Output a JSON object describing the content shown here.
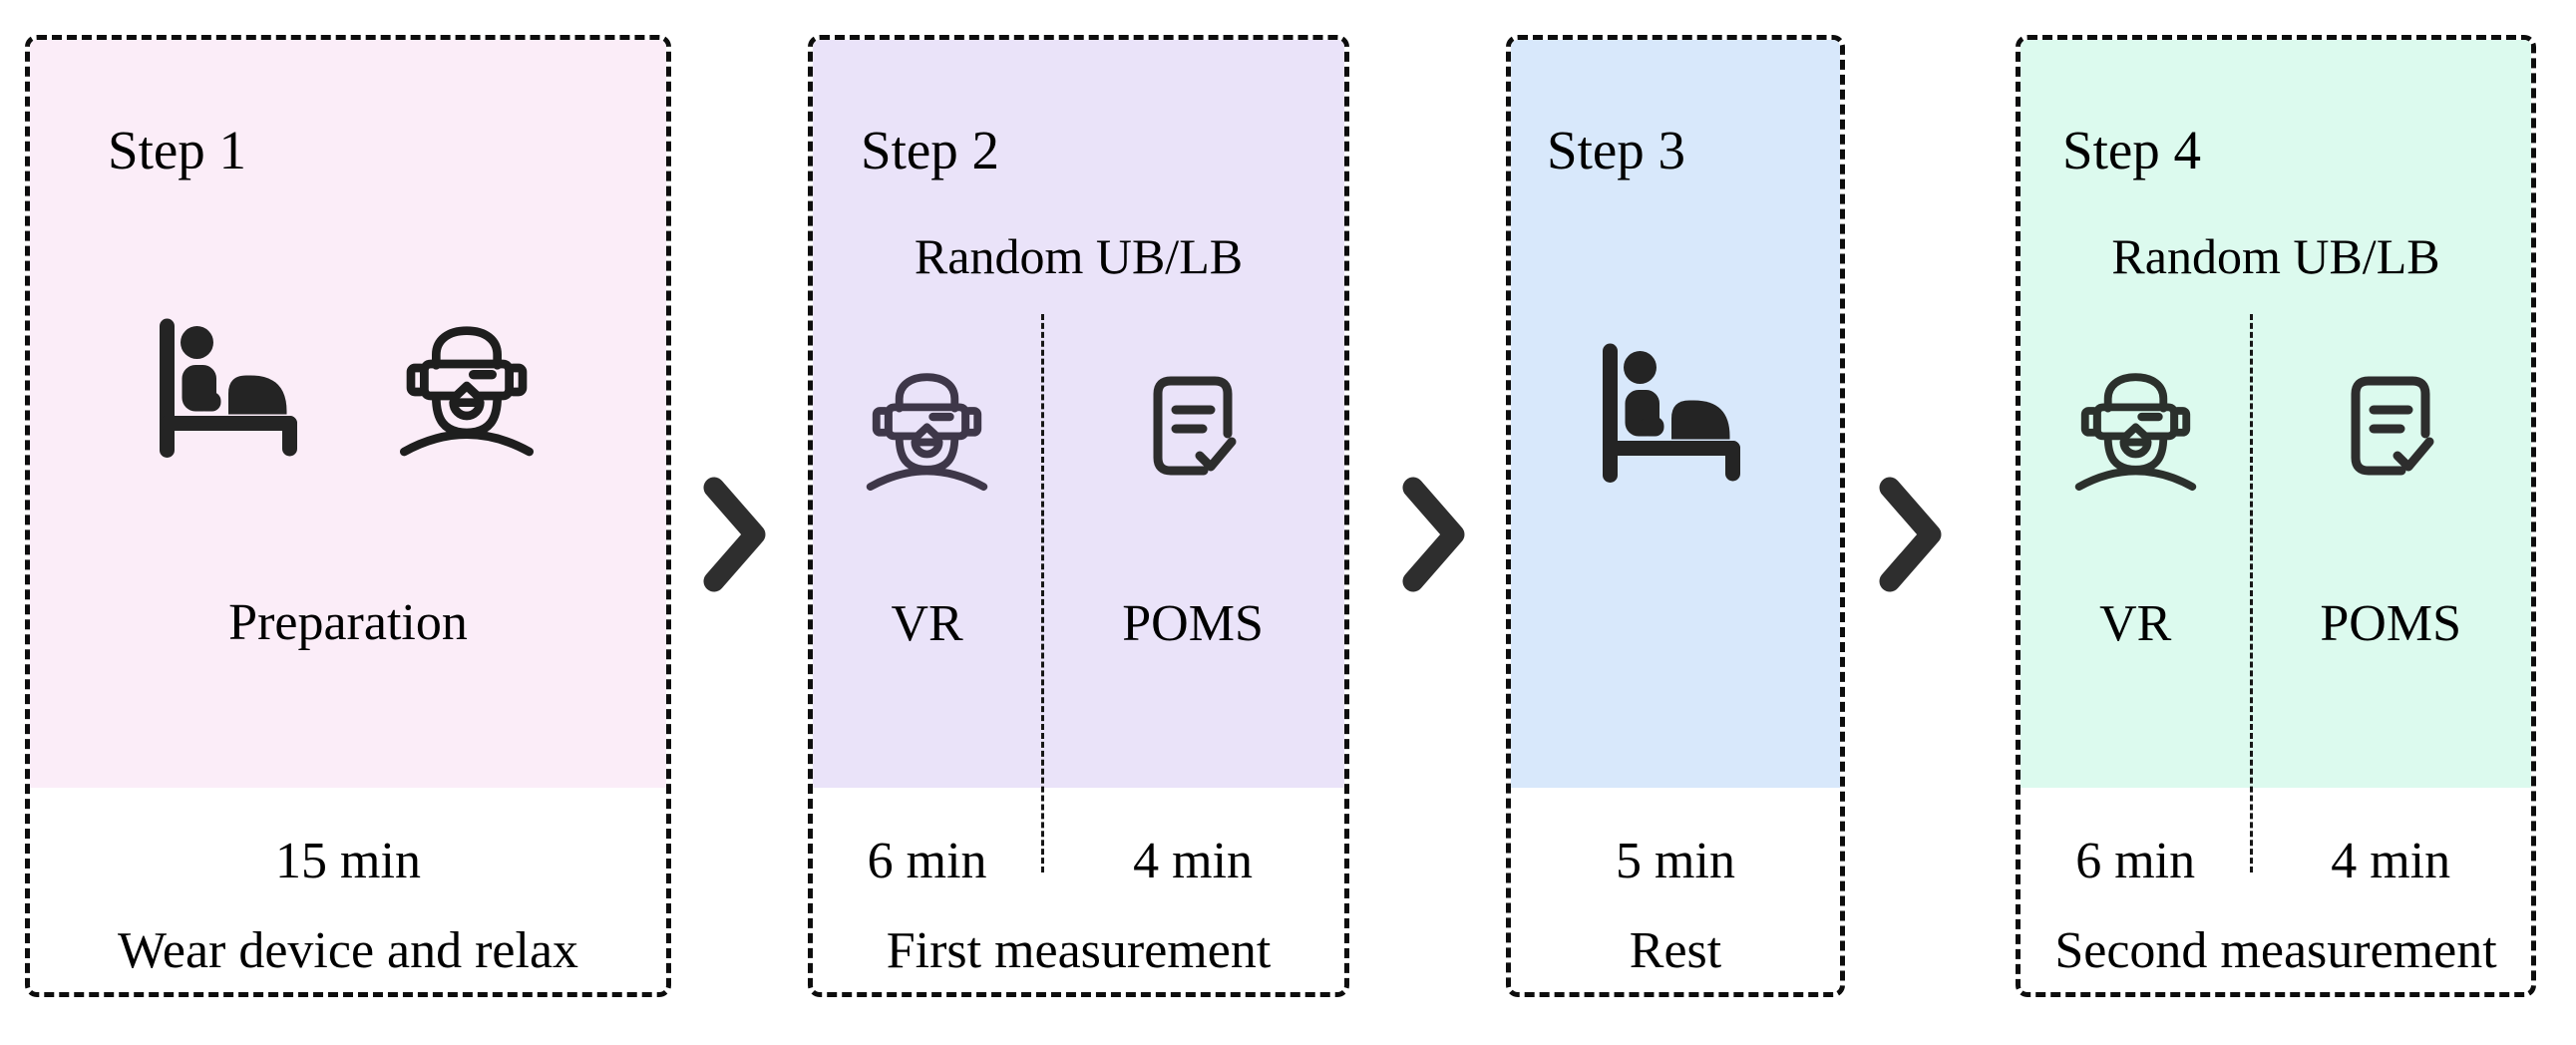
{
  "palette": {
    "background": "#ffffff",
    "border": "#0d0d0d",
    "divider": "#161616",
    "arrow": "#2e2e2e",
    "text": "#000000"
  },
  "steps": [
    {
      "title": "Step 1",
      "tint": "#fbedf8",
      "label": "Preparation",
      "duration": "15 min",
      "description": "Wear device and relax",
      "icon_colors": {
        "bed": "#242424",
        "vr": "#1e1e1e"
      }
    },
    {
      "title": "Step 2",
      "subtitle": "Random UB/LB",
      "tint": "#eae3f9",
      "left": {
        "label": "VR",
        "duration": "6 min"
      },
      "right": {
        "label": "POMS",
        "duration": "4 min"
      },
      "description": "First measurement",
      "icon_colors": {
        "vr": "#3e3749",
        "doc": "#2d2d2d"
      }
    },
    {
      "title": "Step 3",
      "tint": "#d8e8fb",
      "duration": "5 min",
      "description": "Rest",
      "icon_colors": {
        "bed": "#242424"
      }
    },
    {
      "title": "Step 4",
      "subtitle": "Random UB/LB",
      "tint": "#dcfaee",
      "left": {
        "label": "VR",
        "duration": "6 min"
      },
      "right": {
        "label": "POMS",
        "duration": "4 min"
      },
      "description": "Second measurement",
      "icon_colors": {
        "vr": "#2b302c",
        "doc": "#2d2d2d"
      }
    }
  ]
}
